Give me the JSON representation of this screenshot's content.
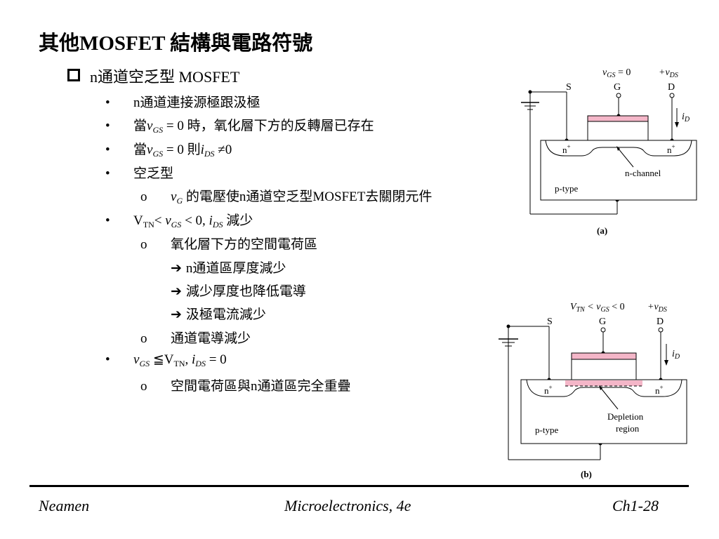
{
  "title": "其他MOSFET 結構與電路符號",
  "section": {
    "label": "n通道空乏型 MOSFET"
  },
  "bullets": {
    "b1": "n通道連接源極跟汲極",
    "b2_prefix": "當",
    "b2_var": "v",
    "b2_sub": "GS",
    "b2_rest": " = 0 時，氧化層下方的反轉層已存在",
    "b3_prefix": "當",
    "b3_var": "v",
    "b3_sub": "GS",
    "b3_mid": " = 0 則",
    "b3_var2": "i",
    "b3_sub2": "DS",
    "b3_rest": " ≠0",
    "b4": "空乏型",
    "b4_1_var": "v",
    "b4_1_sub": "G",
    "b4_1_rest": " 的電壓使n通道空乏型MOSFET去關閉元件",
    "b5_a": "V",
    "b5_a_sub": "TN",
    "b5_b": "< ",
    "b5_var": "v",
    "b5_sub": "GS",
    "b5_c": " < 0, ",
    "b5_var2": "i",
    "b5_sub2": "DS",
    "b5_d": " 減少",
    "b5_1": "氧化層下方的空間電荷區",
    "b5_1_a": "n通道區厚度減少",
    "b5_1_b": "減少厚度也降低電導",
    "b5_1_c": "汲極電流減少",
    "b5_2": "通道電導減少",
    "b6_var": "v",
    "b6_sub": "GS",
    "b6_a": " ≦V",
    "b6_a_sub": "TN",
    "b6_b": ", ",
    "b6_var2": "i",
    "b6_sub2": "DS",
    "b6_c": " = 0",
    "b6_1": "空間電荷區與n通道區完全重疊"
  },
  "markers": {
    "bullet": "•",
    "sub": "o",
    "arrow": "➔"
  },
  "figure_a": {
    "vgs_label": "v",
    "vgs_sub": "GS",
    "vgs_eq": " = 0",
    "vds_label": "+v",
    "vds_sub": "DS",
    "s": "S",
    "g": "G",
    "d": "D",
    "id": "i",
    "id_sub": "D",
    "n_plus": "n",
    "plus": "+",
    "channel": "n-channel",
    "ptype": "p-type",
    "caption": "(a)"
  },
  "figure_b": {
    "vtn": "V",
    "vtn_sub": "TN",
    "vgs_mid": " < v",
    "vgs_sub": "GS",
    "vgs_end": " < 0",
    "vds_label": "+v",
    "vds_sub": "DS",
    "s": "S",
    "g": "G",
    "d": "D",
    "id": "i",
    "id_sub": "D",
    "n_plus": "n",
    "plus": "+",
    "depletion1": "Depletion",
    "depletion2": "region",
    "ptype": "p-type",
    "caption": "(b)"
  },
  "footer": {
    "left": "Neamen",
    "center": "Microelectronics, 4e",
    "right": "Ch1-28"
  }
}
